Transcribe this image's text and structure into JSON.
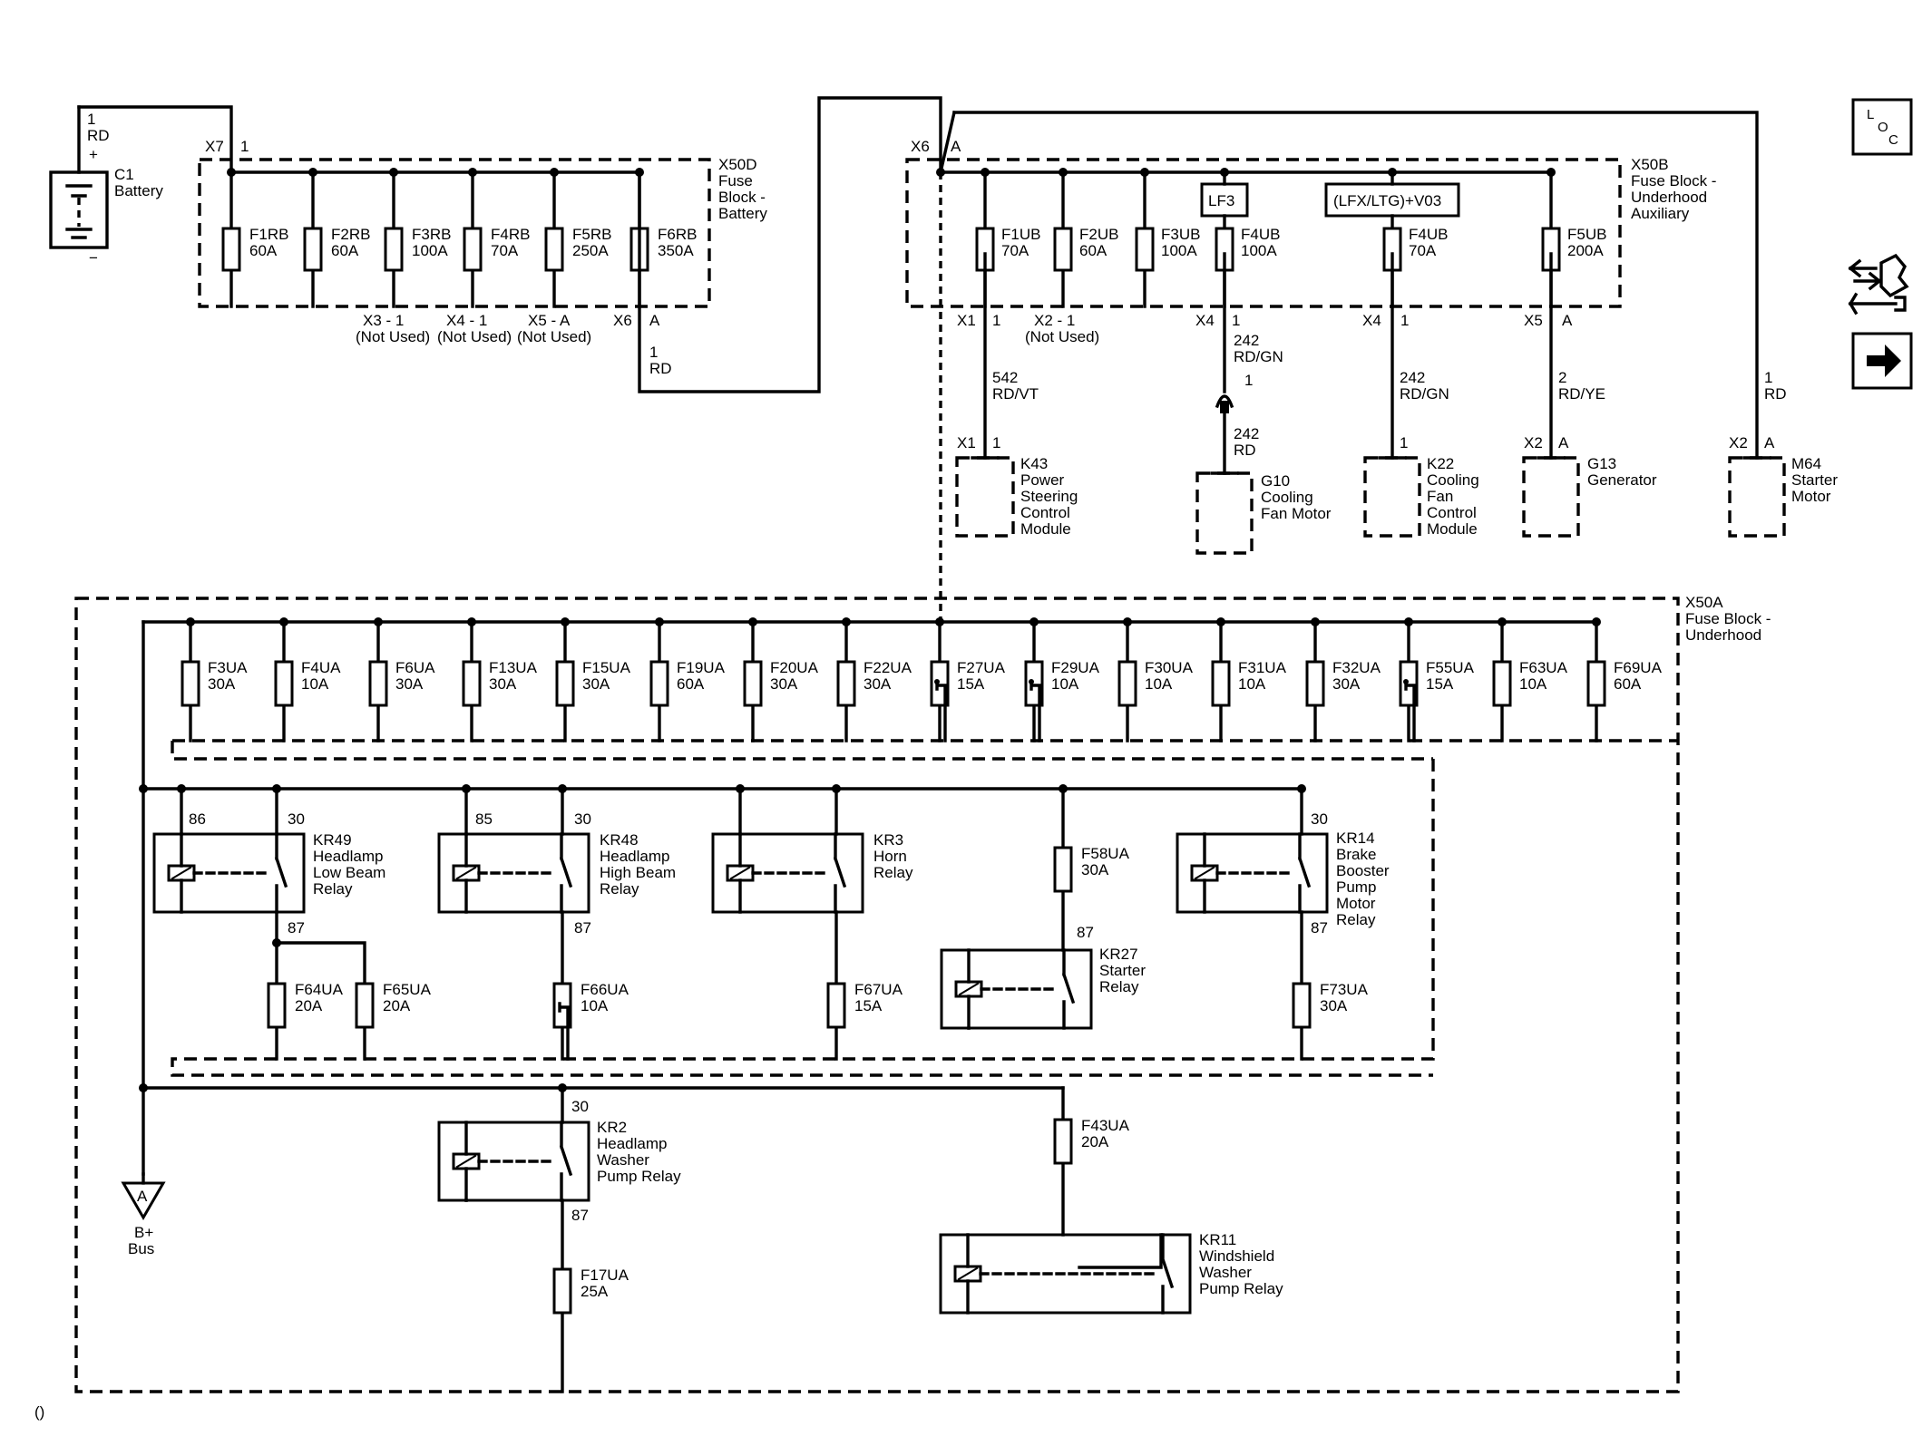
{
  "battery": {
    "pin": "1",
    "wire": "RD",
    "plus": "+",
    "minus": "−",
    "name": "C1",
    "label": "Battery"
  },
  "x50d": {
    "name": "X50D",
    "desc": [
      "Fuse",
      "Block -",
      "Battery"
    ],
    "conn_in": "X7",
    "pin_in": "1",
    "fuses": [
      {
        "name": "F1RB",
        "rating": "60A"
      },
      {
        "name": "F2RB",
        "rating": "60A"
      },
      {
        "name": "F3RB",
        "rating": "100A"
      },
      {
        "name": "F4RB",
        "rating": "70A"
      },
      {
        "name": "F5RB",
        "rating": "250A"
      },
      {
        "name": "F6RB",
        "rating": "350A"
      }
    ],
    "outputs": [
      {
        "conn": "X3 - 1",
        "note": "(Not Used)"
      },
      {
        "conn": "X4 - 1",
        "note": "(Not Used)"
      },
      {
        "conn": "X5 - A",
        "note": "(Not Used)"
      }
    ],
    "out_conn": "X6",
    "out_pin": "A",
    "out_wire_pin": "1",
    "out_wire": "RD"
  },
  "x50b": {
    "name": "X50B",
    "desc": [
      "Fuse Block -",
      "Underhood",
      "Auxiliary"
    ],
    "conn_in": "X6",
    "pin_in": "A",
    "option_lf3": "LF3",
    "option_lfx": "(LFX/LTG)+V03",
    "fuses": [
      {
        "name": "F1UB",
        "rating": "70A"
      },
      {
        "name": "F2UB",
        "rating": "60A"
      },
      {
        "name": "F3UB",
        "rating": "100A"
      },
      {
        "name": "F4UB",
        "rating": "100A"
      },
      {
        "name": "F4UB",
        "rating": "70A"
      },
      {
        "name": "F5UB",
        "rating": "200A"
      }
    ],
    "outputs": [
      {
        "conn": "X1",
        "pin": "1"
      },
      {
        "conn": "X2 - 1",
        "note": "(Not Used)"
      },
      {
        "conn": "X4",
        "pin": "1"
      },
      {
        "conn": "X4",
        "pin": "1"
      },
      {
        "conn": "X5",
        "pin": "A"
      }
    ]
  },
  "wires": {
    "k43": {
      "circuit": "542",
      "color": "RD/VT"
    },
    "g10_top": {
      "circuit": "242",
      "color": "RD/GN",
      "pin": "1"
    },
    "g10_bot": {
      "circuit": "242",
      "color": "RD"
    },
    "k22": {
      "circuit": "242",
      "color": "RD/GN"
    },
    "g13": {
      "circuit": "2",
      "color": "RD/YE"
    },
    "m64": {
      "circuit": "1",
      "color": "RD"
    }
  },
  "loads": {
    "k43": {
      "conn": "X1",
      "pin": "1",
      "name": "K43",
      "desc": [
        "Power",
        "Steering",
        "Control",
        "Module"
      ]
    },
    "g10": {
      "name": "G10",
      "desc": [
        "Cooling",
        "Fan Motor"
      ]
    },
    "k22": {
      "pin": "1",
      "name": "K22",
      "desc": [
        "Cooling",
        "Fan",
        "Control",
        "Module"
      ]
    },
    "g13": {
      "conn": "X2",
      "pin": "A",
      "name": "G13",
      "desc": [
        "Generator"
      ]
    },
    "m64": {
      "conn": "X2",
      "pin": "A",
      "name": "M64",
      "desc": [
        "Starter",
        "Motor"
      ]
    }
  },
  "x50a": {
    "name": "X50A",
    "desc": [
      "Fuse Block -",
      "Underhood"
    ],
    "fuses": [
      {
        "name": "F3UA",
        "rating": "30A"
      },
      {
        "name": "F4UA",
        "rating": "10A"
      },
      {
        "name": "F6UA",
        "rating": "30A"
      },
      {
        "name": "F13UA",
        "rating": "30A"
      },
      {
        "name": "F15UA",
        "rating": "30A"
      },
      {
        "name": "F19UA",
        "rating": "60A"
      },
      {
        "name": "F20UA",
        "rating": "30A"
      },
      {
        "name": "F22UA",
        "rating": "30A"
      },
      {
        "name": "F27UA",
        "rating": "15A"
      },
      {
        "name": "F29UA",
        "rating": "10A"
      },
      {
        "name": "F30UA",
        "rating": "10A"
      },
      {
        "name": "F31UA",
        "rating": "10A"
      },
      {
        "name": "F32UA",
        "rating": "30A"
      },
      {
        "name": "F55UA",
        "rating": "15A"
      },
      {
        "name": "F63UA",
        "rating": "10A"
      },
      {
        "name": "F69UA",
        "rating": "60A"
      }
    ]
  },
  "relays": {
    "kr49": {
      "pin_coil": "86",
      "pin_sw": "30",
      "pin_out": "87",
      "name": "KR49",
      "desc": [
        "Headlamp",
        "Low Beam",
        "Relay"
      ]
    },
    "kr48": {
      "pin_coil": "85",
      "pin_sw": "30",
      "pin_out": "87",
      "name": "KR48",
      "desc": [
        "Headlamp",
        "High Beam",
        "Relay"
      ]
    },
    "kr3": {
      "name": "KR3",
      "desc": [
        "Horn",
        "Relay"
      ]
    },
    "kr27": {
      "pin_in": "87",
      "name": "KR27",
      "desc": [
        "Starter",
        "Relay"
      ]
    },
    "kr14": {
      "pin_sw": "30",
      "pin_out": "87",
      "name": "KR14",
      "desc": [
        "Brake",
        "Booster",
        "Pump",
        "Motor",
        "Relay"
      ]
    },
    "kr2": {
      "pin_sw": "30",
      "pin_out": "87",
      "name": "KR2",
      "desc": [
        "Headlamp",
        "Washer",
        "Pump Relay"
      ]
    },
    "kr11": {
      "name": "KR11",
      "desc": [
        "Windshield",
        "Washer",
        "Pump Relay"
      ]
    }
  },
  "relay_fuses": {
    "f58ua": {
      "name": "F58UA",
      "rating": "30A"
    },
    "f64ua": {
      "name": "F64UA",
      "rating": "20A"
    },
    "f65ua": {
      "name": "F65UA",
      "rating": "20A"
    },
    "f66ua": {
      "name": "F66UA",
      "rating": "10A"
    },
    "f67ua": {
      "name": "F67UA",
      "rating": "15A"
    },
    "f73ua": {
      "name": "F73UA",
      "rating": "30A"
    },
    "f43ua": {
      "name": "F43UA",
      "rating": "20A"
    },
    "f17ua": {
      "name": "F17UA",
      "rating": "25A"
    }
  },
  "bus": {
    "letter": "A",
    "label": [
      "B+",
      "Bus"
    ]
  },
  "footer": "()",
  "icons": {
    "loc_letters": [
      "L",
      "O",
      "C"
    ]
  }
}
